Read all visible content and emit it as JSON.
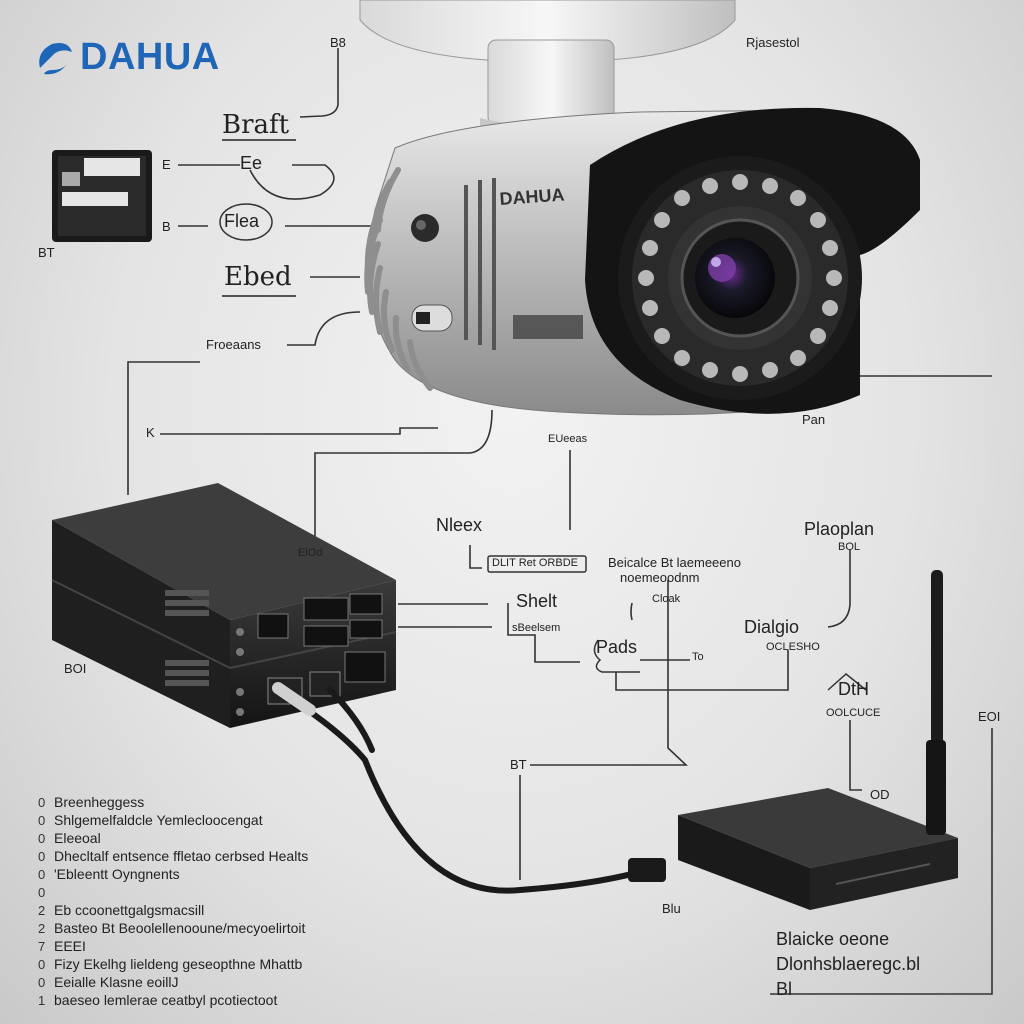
{
  "brand": {
    "name": "DAHUA",
    "color": "#1f66b8"
  },
  "labels": {
    "top_small": "Rjasestol",
    "top_code": "B8",
    "draft": "Braft",
    "sd_left_a": "E",
    "sd_left_b": "B",
    "sd_left_c": "BT",
    "sd_conn": "Ee",
    "flea": "Flea",
    "ebed": "Ebed",
    "process": "Froeaans",
    "k_mark": "K",
    "plug_port": "ElOd",
    "right_pan": "Pan",
    "mid_top": "EUeeas",
    "nleex": "Nleex",
    "mid_badge": "DLIT Ret ORBDE",
    "desc_1": "Beicalce Bt laemeeeno",
    "desc_2": "noemeoodnm",
    "shelt": "Shelt",
    "shelt_sub": "sBeelsem",
    "pads": "Pads",
    "cloak": "Cloak",
    "to": "To",
    "plaoplan": "Plaoplan",
    "plaoplan_sub": "BOL",
    "dialgio": "Dialgio",
    "dialgio_sub": "OCLESHO",
    "dtn": "DtH",
    "dtn_sub": "OOLCUCE",
    "ob": "OD",
    "eei": "EOI",
    "left_num": "BOI",
    "bt_mid": "BT",
    "blu": "Blu",
    "bottom_1": "Blaicke oeone",
    "bottom_2": "Dlonhsblaeregc.bl",
    "bottom_3": "Bl"
  },
  "legend": [
    {
      "num": "0",
      "text": "Breenheggess"
    },
    {
      "num": "0",
      "text": "Shlgemelfaldcle  Yemlecloocengat"
    },
    {
      "num": "0",
      "text": "Eleeoal"
    },
    {
      "num": "0",
      "text": "Dhecltalf entsence  ffletao cerbsed Healts"
    },
    {
      "num": "0",
      "text": "'Ebleentt Oyngnents"
    },
    {
      "num": "0",
      "text": ""
    },
    {
      "num": "2",
      "text": "Eb  ccoonettgalgsmacsill"
    },
    {
      "num": "2",
      "text": "Basteo Bt Beoolellenooune/mecyoelirtoit"
    },
    {
      "num": "7",
      "text": "EEEI"
    },
    {
      "num": "0",
      "text": "Fizy Ekelhg lieldeng geseopthne Mhattb"
    },
    {
      "num": "0",
      "text": "Eeialle  Klasne eoillJ"
    },
    {
      "num": "1",
      "text": "baeseo lemlerae ceatbyl pcotiectoot"
    }
  ]
}
